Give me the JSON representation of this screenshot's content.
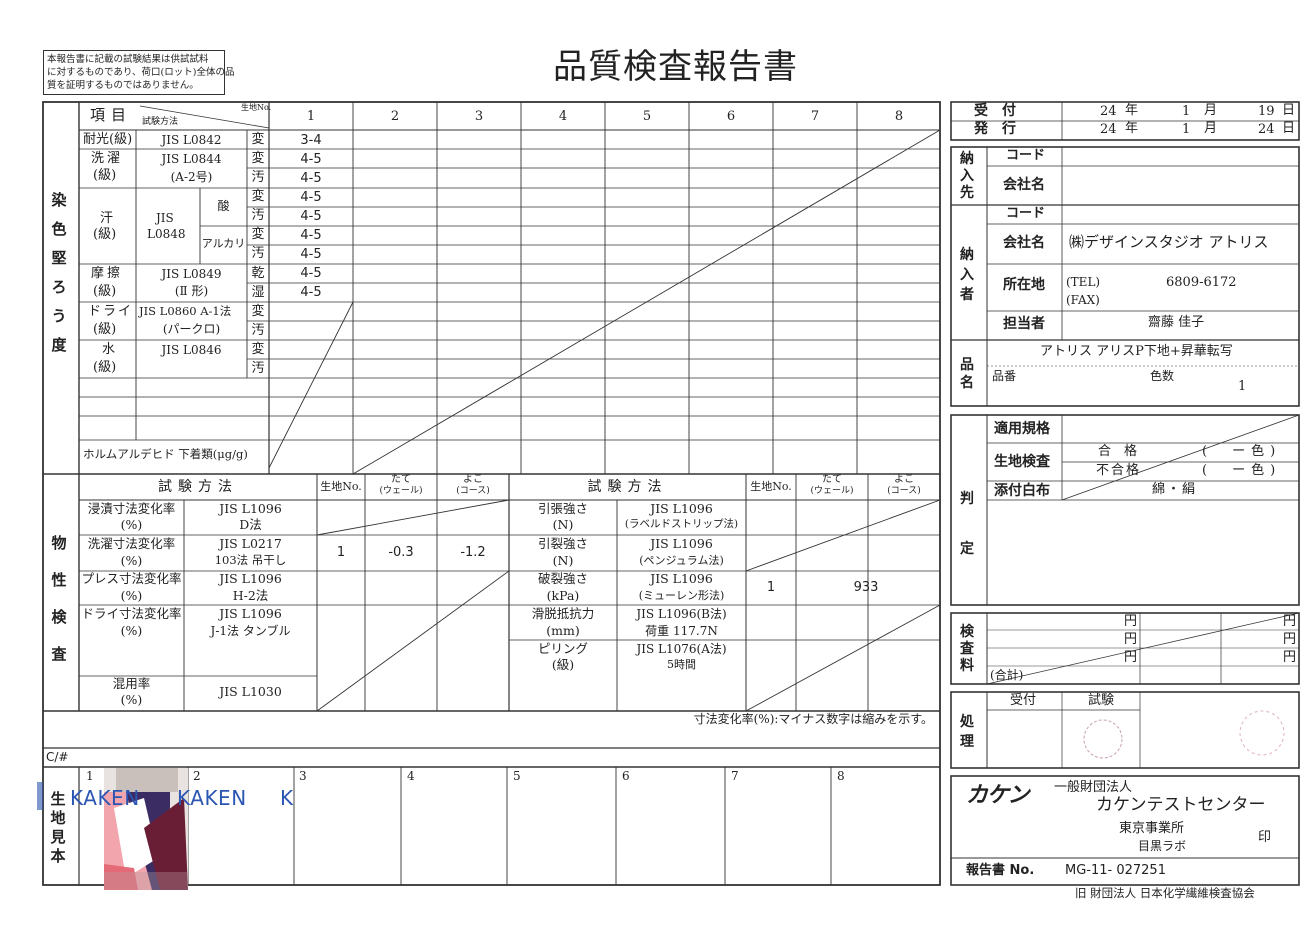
{
  "disclaimer": [
    "本報告書に記載の試験結果は供試試料",
    "に対するものであり、荷口(ロット)全体の品",
    "質を証明するものではありません。"
  ],
  "title": "品質検査報告書",
  "dyeing": {
    "section_label": "染色堅ろう度",
    "header": {
      "item": "項目",
      "method": "試験方法",
      "base_no": "生地No."
    },
    "columns": [
      "1",
      "2",
      "3",
      "4",
      "5",
      "6",
      "7",
      "8"
    ],
    "rows": [
      {
        "item": "耐光(級)",
        "method": "JIS L0842",
        "sub": "",
        "kind": "変",
        "value": "3-4"
      },
      {
        "item": "洗濯",
        "method": "JIS L0844",
        "sub": "",
        "kind": "変",
        "value": "4-5"
      },
      {
        "item": "(級)",
        "method": "(A-2号)",
        "sub": "",
        "kind": "汚",
        "value": "4-5"
      },
      {
        "item": "",
        "method": "",
        "sub": "酸",
        "kind": "変",
        "value": "4-5"
      },
      {
        "item": "汗",
        "method": "JIS",
        "sub": "",
        "kind": "汚",
        "value": "4-5"
      },
      {
        "item": "(級)",
        "method": "L0848",
        "sub": "アルカリ",
        "kind": "変",
        "value": "4-5"
      },
      {
        "item": "",
        "method": "",
        "sub": "",
        "kind": "汚",
        "value": "4-5"
      },
      {
        "item": "摩擦",
        "method": "JIS L0849",
        "sub": "",
        "kind": "乾",
        "value": "4-5"
      },
      {
        "item": "(級)",
        "method": "(Ⅱ 形)",
        "sub": "",
        "kind": "湿",
        "value": "4-5"
      },
      {
        "item": "ドライ",
        "method": "JIS L0860 A-1法",
        "sub": "",
        "kind": "変",
        "value": ""
      },
      {
        "item": "(級)",
        "method": "(パークロ)",
        "sub": "",
        "kind": "汚",
        "value": ""
      },
      {
        "item": "水",
        "method": "JIS L0846",
        "sub": "",
        "kind": "変",
        "value": ""
      },
      {
        "item": "(級)",
        "method": "",
        "sub": "",
        "kind": "汚",
        "value": ""
      }
    ],
    "formaldehyde": "ホルムアルデヒド 下着類(μg/g)"
  },
  "physical": {
    "section_label": "物性検査",
    "left_header": {
      "method": "試験方法",
      "base_no": "生地No.",
      "warp": "たて",
      "warp_sub": "(ウェール)",
      "weft": "よこ",
      "weft_sub": "(コース)"
    },
    "left_rows": [
      {
        "item": "浸漬寸法変化率",
        "unit": "(%)",
        "method": "JIS L1096",
        "method2": "D法"
      },
      {
        "item": "洗濯寸法変化率",
        "unit": "(%)",
        "method": "JIS L0217",
        "method2": "103法  吊干し",
        "no": "1",
        "warp": "-0.3",
        "weft": "-1.2"
      },
      {
        "item": "プレス寸法変化率",
        "unit": "(%)",
        "method": "JIS L1096",
        "method2": "H-2法"
      },
      {
        "item": "ドライ寸法変化率",
        "unit": "(%)",
        "method": "JIS L1096",
        "method2": "J-1法 タンブル"
      },
      {
        "item": "混用率",
        "unit": "(%)",
        "method": "JIS L1030",
        "method2": ""
      }
    ],
    "right_header": {
      "method": "試験方法",
      "base_no": "生地No.",
      "warp": "たて",
      "warp_sub": "(ウェール)",
      "weft": "よこ",
      "weft_sub": "(コース)"
    },
    "right_rows": [
      {
        "item": "引張強さ",
        "unit": "(N)",
        "method": "JIS L1096",
        "method2": "(ラベルドストリップ法)"
      },
      {
        "item": "引裂強さ",
        "unit": "(N)",
        "method": "JIS L1096",
        "method2": "(ペンジュラム法)"
      },
      {
        "item": "破裂強さ",
        "unit": "(kPa)",
        "method": "JIS L1096",
        "method2": "(ミューレン形法)",
        "no": "1",
        "value": "933"
      },
      {
        "item": "滑脱抵抗力",
        "unit": "(mm)",
        "method": "JIS L1096(B法)",
        "method2": "荷重 117.7N"
      },
      {
        "item": "ピリング",
        "unit": "(級)",
        "method": "JIS L1076(A法)",
        "method2": "5時間"
      }
    ],
    "note": "寸法変化率(%):マイナス数字は縮みを示す。"
  },
  "cno_label": "C/#",
  "swatch": {
    "label": "生地見本",
    "columns": [
      "1",
      "2",
      "3",
      "4",
      "5",
      "6",
      "7",
      "8"
    ],
    "tape_text": [
      "KAKEN",
      "KAKEN",
      "K"
    ]
  },
  "dates": {
    "received_label": "受　付",
    "issued_label": "発　行",
    "received": {
      "year": "24",
      "month": "1",
      "day": "19"
    },
    "issued": {
      "year": "24",
      "month": "1",
      "day": "24"
    },
    "year_unit": "年",
    "month_unit": "月",
    "day_unit": "日"
  },
  "delivery": {
    "label": "納入先",
    "code": "コード",
    "company": "会社名"
  },
  "client": {
    "label": "納入者",
    "code": "コード",
    "company_label": "会社名",
    "company": "㈱デザインスタジオ アトリス",
    "address_label": "所在地",
    "tel_label": "(TEL)",
    "tel": "6809-6172",
    "fax_label": "(FAX)",
    "person_label": "担当者",
    "person": "齋藤 佳子"
  },
  "product": {
    "label": "品名",
    "name": "アトリス アリスP下地+昇華転写",
    "number_label": "品番",
    "color_label": "色数",
    "color_count": "1"
  },
  "judgement": {
    "label": "判定",
    "standard": "適用規格",
    "inspection": "生地検査",
    "pass": "合　格",
    "fail": "不合格",
    "pass_paren": "(　ー色)",
    "fail_paren": "(　ー色)",
    "attached": "添付白布",
    "attached_value": "綿・絹"
  },
  "fee": {
    "label": "検査料",
    "yen": "円",
    "total": "(合計)"
  },
  "processing": {
    "label": "処理",
    "received": "受付",
    "test": "試験"
  },
  "org": {
    "logo": "カケン",
    "type": "一般財団法人",
    "name": "カケンテストセンター",
    "office": "東京事業所",
    "lab": "目黒ラボ",
    "seal": "印",
    "report_label": "報告書 No.",
    "report_no": "MG-11- 027251",
    "former": "旧 財団法人 日本化学繊維検査協会"
  }
}
